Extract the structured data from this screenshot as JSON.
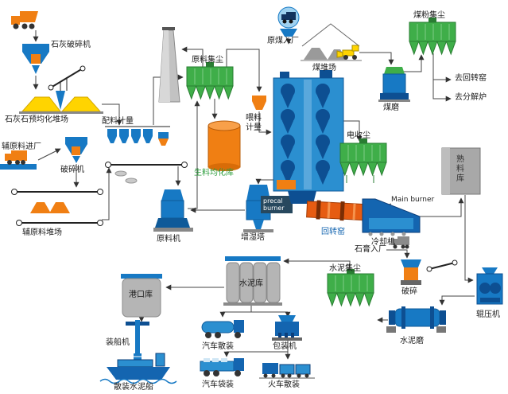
{
  "colors": {
    "blue": "#1779c4",
    "dark_blue": "#1465b0",
    "deep_blue": "#0d4f92",
    "orange": "#f07f13",
    "kiln_orange": "#e65c12",
    "green": "#3fae49",
    "yellow": "#ffd400",
    "gray": "#a8a8a8"
  },
  "labels": {
    "limestone_crusher": "石灰破碎机",
    "limestone_yard": "石灰石预均化堆场",
    "aux_material_entry": "辅原料进厂",
    "aux_crusher": "破碎机",
    "aux_material_yard": "辅原料堆场",
    "batching": "配料计量",
    "raw_dust_collector": "原料集尘",
    "raw_meal_silo": "生料均化库",
    "feed_metering": "喂料计量",
    "raw_mill": "原料机",
    "humidifier_tower": "增湿塔",
    "precal_burner": "precal burner",
    "raw_coal_entry": "原煤入厂",
    "coal_yard": "煤堆场",
    "coal_dust_collector": "煤粉集尘",
    "coal_mill": "煤磨",
    "to_rotary_kiln": "去回转窑",
    "to_calciner": "去分解炉",
    "esp": "电收尘",
    "rotary_kiln": "回转窑",
    "main_burner": "Main burner",
    "cooler": "冷却机",
    "clinker_silo": "熟料库",
    "gypsum_entry": "石膏入厂",
    "cement_dust_collector": "水泥集尘",
    "crushing": "破碎",
    "roller_press": "辊压机",
    "cement_mill": "水泥磨",
    "cement_silo": "水泥库",
    "port_silo": "港口库",
    "ship_loader": "装船机",
    "bulk_cement_ship": "散装水泥船",
    "truck_bulk": "汽车散装",
    "packing_machine": "包装机",
    "truck_bag": "汽车袋装",
    "train_bulk": "火车散装"
  }
}
